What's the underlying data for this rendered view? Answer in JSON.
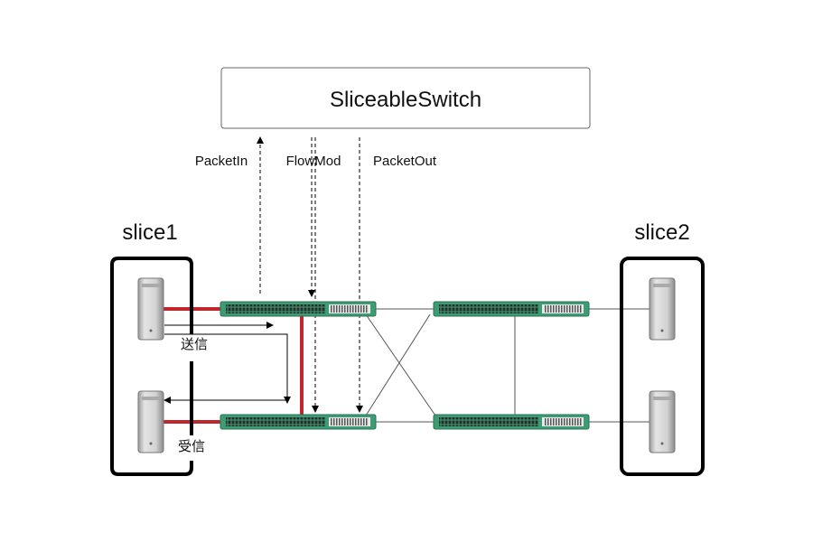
{
  "controller": {
    "label": "SliceableSwitch"
  },
  "messages": {
    "packet_in": "PacketIn",
    "flow_mod": "FlowMod",
    "packet_out": "PacketOut"
  },
  "slices": {
    "slice1": {
      "label": "slice1"
    },
    "slice2": {
      "label": "slice2"
    }
  },
  "hosts": {
    "sender_label": "送信",
    "receiver_label": "受信"
  },
  "colors": {
    "path_red": "#c0272d",
    "switch_green": "#3c9d75",
    "line_gray": "#555555",
    "frame_black": "#000000"
  }
}
